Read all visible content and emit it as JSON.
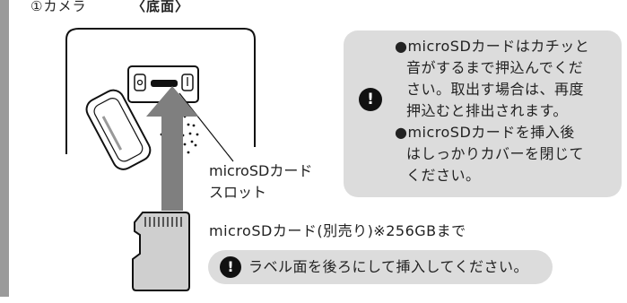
{
  "header": {
    "step_label": "①カメラ",
    "view_label": "〈底面〉"
  },
  "notes": [
    "●microSDカードはカチッと",
    "音がするまで押込んでくだ",
    "さい。取出す場合は、再度",
    "押込むと排出されます。",
    "●microSDカードを挿入後",
    "はしっかりカバーを閉じて",
    "ください。"
  ],
  "slot_label": [
    "microSDカード",
    "スロット"
  ],
  "card_label": "microSDカード(別売り)※256GBまで",
  "caution": {
    "icon_text": "!",
    "text": "ラベル面を後ろにして挿入してください。"
  },
  "icons": {
    "note_warning": "exclamation-circle-icon",
    "caution_warning": "exclamation-circle-icon",
    "insert_arrow": "up-arrow-icon",
    "sd_card": "microsd-card-icon"
  }
}
